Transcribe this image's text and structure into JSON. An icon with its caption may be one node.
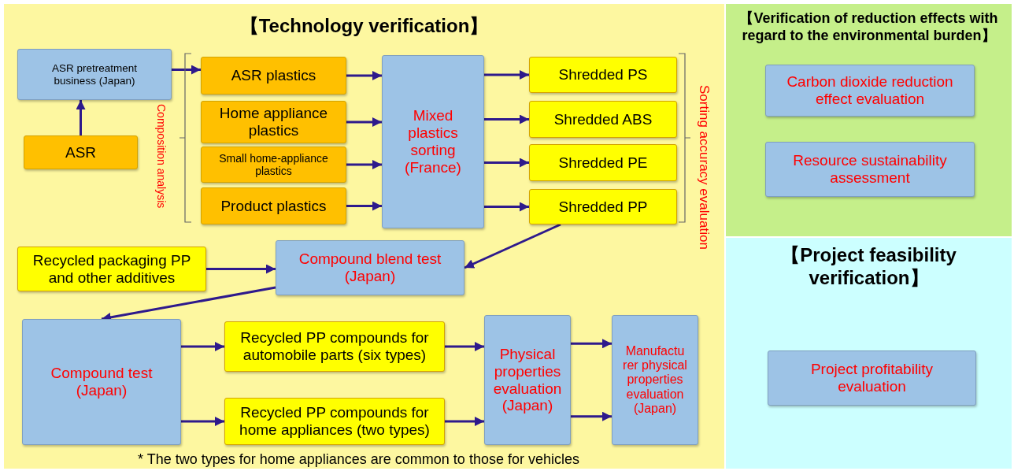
{
  "diagram": {
    "nodes": [
      {
        "text": [
          "【Technology verification】"
        ]
      },
      {
        "text": [
          "ASR pretreatment business (Japan)"
        ],
        "in": 0
      },
      {
        "text": [
          "ASR"
        ],
        "in": 0
      },
      {
        "text": [
          "ASR plastics"
        ],
        "in": 0
      },
      {
        "text": [
          "Home appliance plastics"
        ],
        "in": 0
      },
      {
        "text": [
          "Small home-appliance plastics"
        ],
        "in": 0
      },
      {
        "text": [
          "Product plastics"
        ],
        "in": 0
      },
      {
        "text": [
          "Mixed plastics sorting (France)"
        ],
        "in": 0
      },
      {
        "text": [
          "Shredded PS"
        ],
        "in": 0
      },
      {
        "text": [
          "Shredded ABS"
        ],
        "in": 0
      },
      {
        "text": [
          "Shredded PE"
        ],
        "in": 0
      },
      {
        "text": [
          "Shredded PP"
        ],
        "in": 0
      },
      {
        "text": [
          "Recycled packaging PP and other additives"
        ],
        "in": 0
      },
      {
        "text": [
          "Compound blend test (Japan)"
        ],
        "in": 0
      },
      {
        "text": [
          "Compound test (Japan)"
        ],
        "in": 0
      },
      {
        "text": [
          "Recycled PP compounds for automobile parts (six types)"
        ],
        "in": 0
      },
      {
        "text": [
          "Recycled PP compounds for home appliances (two types)"
        ],
        "in": 0
      },
      {
        "text": [
          "Physical properties evaluation (Japan)"
        ],
        "in": 0
      },
      {
        "text": [
          "Manufactu rer physical properties evaluation (Japan)"
        ],
        "in": 0
      },
      {
        "text": [
          "【Verification of reduction effects with regard to the environmental burden】"
        ]
      },
      {
        "text": [
          "Carbon dioxide reduction effect evaluation"
        ],
        "in": 19
      },
      {
        "text": [
          "Resource sustainability assessment"
        ],
        "in": 19
      },
      {
        "text": [
          "【Project feasibility verification】"
        ]
      },
      {
        "text": [
          "Project profitability evaluation"
        ],
        "in": 22
      }
    ],
    "edges": [
      {
        "from": 2,
        "to": 1,
        "arrow": "to"
      },
      {
        "from": 1,
        "to": 3,
        "arrow": "to"
      },
      {
        "from": 3,
        "to": 7,
        "arrow": "to"
      },
      {
        "from": 4,
        "to": 7,
        "arrow": "to"
      },
      {
        "from": 5,
        "to": 7,
        "arrow": "to"
      },
      {
        "from": 6,
        "to": 7,
        "arrow": "to"
      },
      {
        "from": 7,
        "to": 8,
        "arrow": "to"
      },
      {
        "from": 7,
        "to": 9,
        "arrow": "to"
      },
      {
        "from": 7,
        "to": 10,
        "arrow": "to"
      },
      {
        "from": 7,
        "to": 11,
        "arrow": "to"
      },
      {
        "from": 11,
        "to": 13,
        "arrow": "to"
      },
      {
        "from": 12,
        "to": 13,
        "arrow": "to"
      },
      {
        "from": 13,
        "to": 14,
        "arrow": "to"
      },
      {
        "from": 14,
        "to": 15,
        "arrow": "to"
      },
      {
        "from": 14,
        "to": 16,
        "arrow": "to"
      },
      {
        "from": 15,
        "to": 17,
        "arrow": "to"
      },
      {
        "from": 16,
        "to": 17,
        "arrow": "to"
      },
      {
        "from": 17,
        "to": 18,
        "arrow": "to"
      },
      {
        "from": 17,
        "to": 18,
        "arrow": "to"
      }
    ],
    "labels": [
      "Composition analysis",
      "Sorting accuracy evaluation",
      "* The two types for home appliances are common to those for vehicles"
    ]
  }
}
